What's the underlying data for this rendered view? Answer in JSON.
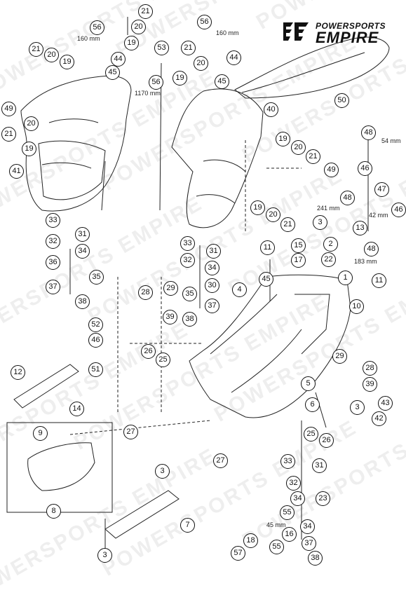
{
  "brand": {
    "line1": "POWERSPORTS",
    "line2": "EMPIRE",
    "watermark": "POWERSPORTS EMPIRE"
  },
  "callouts": [
    {
      "id": "c-21a",
      "label": "21"
    },
    {
      "id": "c-20a",
      "label": "20"
    },
    {
      "id": "c-56a",
      "label": "56"
    },
    {
      "id": "c-19a",
      "label": "19"
    },
    {
      "id": "c-44a",
      "label": "44"
    },
    {
      "id": "c-45a",
      "label": "45"
    },
    {
      "id": "c-21b",
      "label": "21"
    },
    {
      "id": "c-20b",
      "label": "20"
    },
    {
      "id": "c-19b",
      "label": "19"
    },
    {
      "id": "c-53",
      "label": "53"
    },
    {
      "id": "c-56b",
      "label": "56"
    },
    {
      "id": "c-49a",
      "label": "49"
    },
    {
      "id": "c-20c",
      "label": "20"
    },
    {
      "id": "c-21c",
      "label": "21"
    },
    {
      "id": "c-19c",
      "label": "19"
    },
    {
      "id": "c-41",
      "label": "41"
    },
    {
      "id": "c-56c",
      "label": "56"
    },
    {
      "id": "c-21d",
      "label": "21"
    },
    {
      "id": "c-20d",
      "label": "20"
    },
    {
      "id": "c-44b",
      "label": "44"
    },
    {
      "id": "c-19d",
      "label": "19"
    },
    {
      "id": "c-45b",
      "label": "45"
    },
    {
      "id": "c-50",
      "label": "50"
    },
    {
      "id": "c-40",
      "label": "40"
    },
    {
      "id": "c-19e",
      "label": "19"
    },
    {
      "id": "c-20e",
      "label": "20"
    },
    {
      "id": "c-21e",
      "label": "21"
    },
    {
      "id": "c-49b",
      "label": "49"
    },
    {
      "id": "c-48a",
      "label": "48"
    },
    {
      "id": "c-46a",
      "label": "46"
    },
    {
      "id": "c-47",
      "label": "47"
    },
    {
      "id": "c-46b",
      "label": "46"
    },
    {
      "id": "c-48b",
      "label": "48"
    },
    {
      "id": "c-13",
      "label": "13"
    },
    {
      "id": "c-48c",
      "label": "48"
    },
    {
      "id": "c-19f",
      "label": "19"
    },
    {
      "id": "c-20f",
      "label": "20"
    },
    {
      "id": "c-21f",
      "label": "21"
    },
    {
      "id": "c-3a",
      "label": "3"
    },
    {
      "id": "c-15",
      "label": "15"
    },
    {
      "id": "c-2",
      "label": "2"
    },
    {
      "id": "c-17",
      "label": "17"
    },
    {
      "id": "c-22",
      "label": "22"
    },
    {
      "id": "c-33a",
      "label": "33"
    },
    {
      "id": "c-31a",
      "label": "31"
    },
    {
      "id": "c-32a",
      "label": "32"
    },
    {
      "id": "c-34a",
      "label": "34"
    },
    {
      "id": "c-36",
      "label": "36"
    },
    {
      "id": "c-35a",
      "label": "35"
    },
    {
      "id": "c-37a",
      "label": "37"
    },
    {
      "id": "c-38a",
      "label": "38"
    },
    {
      "id": "c-33b",
      "label": "33"
    },
    {
      "id": "c-31b",
      "label": "31"
    },
    {
      "id": "c-32b",
      "label": "32"
    },
    {
      "id": "c-34b",
      "label": "34"
    },
    {
      "id": "c-11a",
      "label": "11"
    },
    {
      "id": "c-4",
      "label": "4"
    },
    {
      "id": "c-45c",
      "label": "45"
    },
    {
      "id": "c-1",
      "label": "1"
    },
    {
      "id": "c-11b",
      "label": "11"
    },
    {
      "id": "c-10",
      "label": "10"
    },
    {
      "id": "c-28a",
      "label": "28"
    },
    {
      "id": "c-29a",
      "label": "29"
    },
    {
      "id": "c-35b",
      "label": "35"
    },
    {
      "id": "c-30",
      "label": "30"
    },
    {
      "id": "c-37b",
      "label": "37"
    },
    {
      "id": "c-39a",
      "label": "39"
    },
    {
      "id": "c-38b",
      "label": "38"
    },
    {
      "id": "c-52",
      "label": "52"
    },
    {
      "id": "c-46c",
      "label": "46"
    },
    {
      "id": "c-26a",
      "label": "26"
    },
    {
      "id": "c-25a",
      "label": "25"
    },
    {
      "id": "c-12",
      "label": "12"
    },
    {
      "id": "c-51",
      "label": "51"
    },
    {
      "id": "c-29b",
      "label": "29"
    },
    {
      "id": "c-28b",
      "label": "28"
    },
    {
      "id": "c-39b",
      "label": "39"
    },
    {
      "id": "c-5",
      "label": "5"
    },
    {
      "id": "c-6",
      "label": "6"
    },
    {
      "id": "c-43",
      "label": "43"
    },
    {
      "id": "c-3b",
      "label": "3"
    },
    {
      "id": "c-42",
      "label": "42"
    },
    {
      "id": "c-14",
      "label": "14"
    },
    {
      "id": "c-9",
      "label": "9"
    },
    {
      "id": "c-27a",
      "label": "27"
    },
    {
      "id": "c-25b",
      "label": "25"
    },
    {
      "id": "c-26b",
      "label": "26"
    },
    {
      "id": "c-27b",
      "label": "27"
    },
    {
      "id": "c-3c",
      "label": "3"
    },
    {
      "id": "c-33c",
      "label": "33"
    },
    {
      "id": "c-31c",
      "label": "31"
    },
    {
      "id": "c-8",
      "label": "8"
    },
    {
      "id": "c-32c",
      "label": "32"
    },
    {
      "id": "c-34c",
      "label": "34"
    },
    {
      "id": "c-23",
      "label": "23"
    },
    {
      "id": "c-55a",
      "label": "55"
    },
    {
      "id": "c-7",
      "label": "7"
    },
    {
      "id": "c-16",
      "label": "16"
    },
    {
      "id": "c-34d",
      "label": "34"
    },
    {
      "id": "c-18",
      "label": "18"
    },
    {
      "id": "c-55b",
      "label": "55"
    },
    {
      "id": "c-37c",
      "label": "37"
    },
    {
      "id": "c-3d",
      "label": "3"
    },
    {
      "id": "c-57",
      "label": "57"
    },
    {
      "id": "c-38c",
      "label": "38"
    }
  ],
  "dimensions": [
    {
      "id": "d-160a",
      "text": "160 mm"
    },
    {
      "id": "d-160b",
      "text": "160 mm"
    },
    {
      "id": "d-1170",
      "text": "1170 mm"
    },
    {
      "id": "d-54",
      "text": "54 mm"
    },
    {
      "id": "d-241",
      "text": "241 mm"
    },
    {
      "id": "d-42",
      "text": "42 mm"
    },
    {
      "id": "d-183",
      "text": "183 mm"
    },
    {
      "id": "d-45",
      "text": "45 mm"
    }
  ]
}
